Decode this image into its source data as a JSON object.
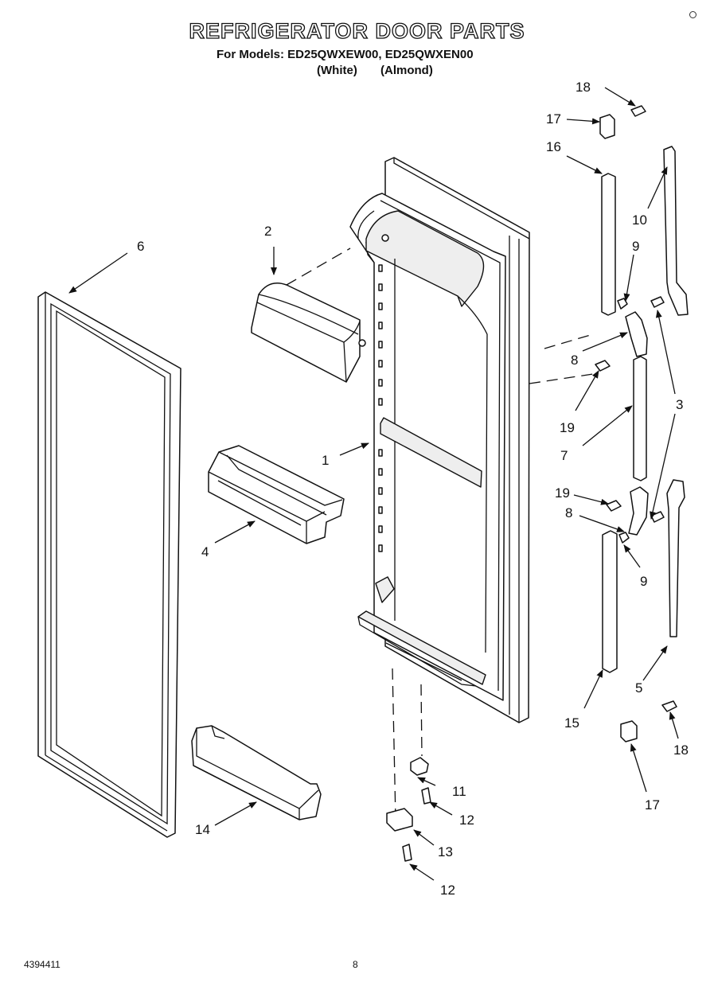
{
  "title": "REFRIGERATOR DOOR PARTS",
  "models_line": "For Models: ED25QWXEW00, ED25QWXEN00",
  "colors_line": {
    "white": "(White)",
    "almond": "(Almond)"
  },
  "footer": {
    "doc_number": "4394411",
    "page_number": "8"
  },
  "callouts": {
    "c1": "1",
    "c2": "2",
    "c3": "3",
    "c4": "4",
    "c5": "5",
    "c6": "6",
    "c7": "7",
    "c8a": "8",
    "c8b": "8",
    "c9a": "9",
    "c9b": "9",
    "c10": "10",
    "c11": "11",
    "c12a": "12",
    "c12b": "12",
    "c13": "13",
    "c14": "14",
    "c15": "15",
    "c16": "16",
    "c17a": "17",
    "c17b": "17",
    "c18a": "18",
    "c18b": "18",
    "c19a": "19",
    "c19b": "19"
  }
}
